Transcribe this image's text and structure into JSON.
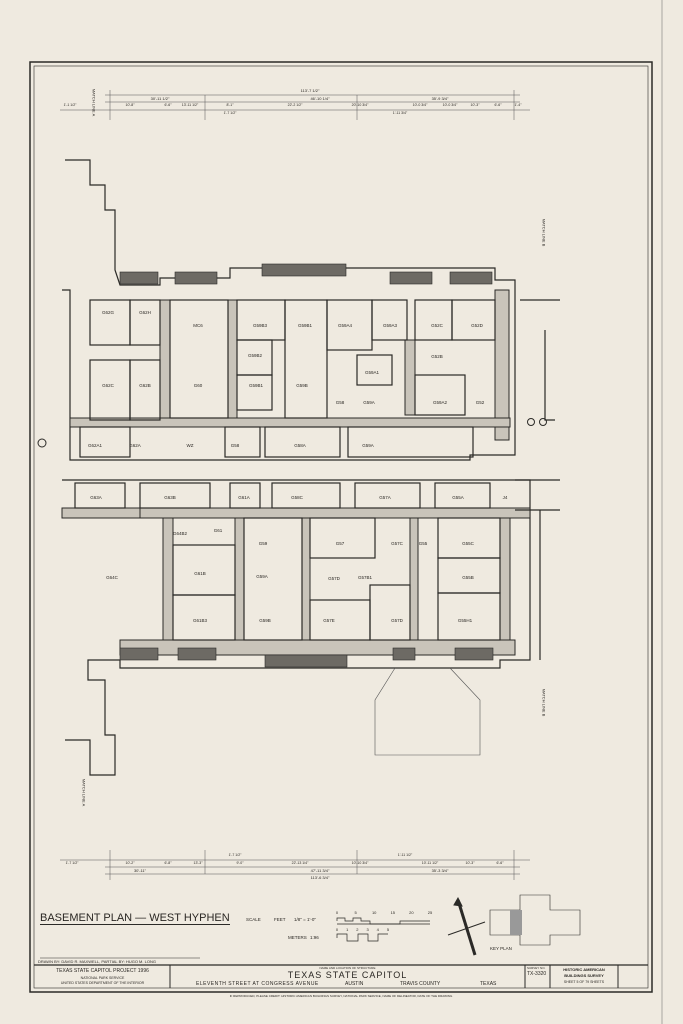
{
  "drawing_title": "BASEMENT PLAN — WEST HYPHEN",
  "scale": {
    "label": "SCALE",
    "feet_label": "FEET",
    "feet_ratio": "1/8\" = 1'-0\"",
    "feet_ticks": [
      "0",
      "5",
      "10",
      "15",
      "20",
      "25"
    ],
    "meters_label": "METERS",
    "meters_ratio": "1:96",
    "meter_ticks": [
      "0",
      "1",
      "2",
      "3",
      "4",
      "5"
    ]
  },
  "key_plan_label": "KEY PLAN",
  "match_lines": {
    "a_top": "MATCH LINE A",
    "b_right_top": "MATCH LINE B",
    "b_right_bottom": "MATCH LINE B",
    "a_bottom": "MATCH LINE A"
  },
  "dimensions": {
    "top_overall": "113'-7 1/2\"",
    "top_groups": [
      "30'-11 1/2\"",
      "46'-10 1/4\"",
      "35'-9 3/4\""
    ],
    "top_segments": [
      "1'-1 1/2\"",
      "10'-8\"",
      "6'-6\"",
      "13'-11 1/2\"",
      "8'-1\"",
      "22'-2 1/2\"",
      "20'-10 3/4\"",
      "10'-0 3/4\"",
      "10'-0 3/4\"",
      "10'-3\"",
      "6'-6\"",
      "1'-4\""
    ],
    "top_sub": [
      "1'-7 1/2\"",
      "1'-11 3/4\""
    ],
    "bottom_segments": [
      "1'-7 1/2\"",
      "10'-2\"",
      "6'-8\"",
      "13'-3\"",
      "9'-0\"",
      "22'-13 1/4\"",
      "10'-10 3/4\"",
      "10'-11 1/2\"",
      "10'-3\"",
      "6'-6\""
    ],
    "bottom_groups": [
      "30'-11\"",
      "47'-11 3/4\"",
      "35'-3 3/4\""
    ],
    "bottom_overall": "113'-6 3/4\"",
    "bottom_sub": [
      "1'-7 1/2\"",
      "1'-11 1/2\""
    ]
  },
  "rooms_upper": [
    {
      "id": "G62G"
    },
    {
      "id": "G62H"
    },
    {
      "id": "G62C"
    },
    {
      "id": "G62B"
    },
    {
      "id": "MC6"
    },
    {
      "id": "G60"
    },
    {
      "id": "G59B3"
    },
    {
      "id": "G59B2"
    },
    {
      "id": "G59B1"
    },
    {
      "id": "G59B"
    },
    {
      "id": "G59B1"
    },
    {
      "id": "G59A4"
    },
    {
      "id": "G59A3"
    },
    {
      "id": "G59A1"
    },
    {
      "id": "G58"
    },
    {
      "id": "G59A"
    },
    {
      "id": "G59A2"
    },
    {
      "id": "G52C"
    },
    {
      "id": "G52D"
    },
    {
      "id": "G52B"
    },
    {
      "id": "G52"
    },
    {
      "id": "G62A1"
    },
    {
      "id": "G62A"
    },
    {
      "id": "WZ"
    },
    {
      "id": "G58"
    },
    {
      "id": "G58A"
    },
    {
      "id": "G59A"
    }
  ],
  "rooms_lower": [
    {
      "id": "G63A"
    },
    {
      "id": "G63B"
    },
    {
      "id": "G61A"
    },
    {
      "id": "G58C"
    },
    {
      "id": "G57A"
    },
    {
      "id": "G55A"
    },
    {
      "id": "J4"
    },
    {
      "id": "G64B2"
    },
    {
      "id": "G61"
    },
    {
      "id": "G64C"
    },
    {
      "id": "G61B"
    },
    {
      "id": "G61B3"
    },
    {
      "id": "G59"
    },
    {
      "id": "G59A"
    },
    {
      "id": "G59B"
    },
    {
      "id": "G57"
    },
    {
      "id": "G57C"
    },
    {
      "id": "G57D"
    },
    {
      "id": "G57B1"
    },
    {
      "id": "G57E"
    },
    {
      "id": "G57D"
    },
    {
      "id": "G55"
    },
    {
      "id": "G55C"
    },
    {
      "id": "G55B"
    },
    {
      "id": "G55H1"
    }
  ],
  "credits": "DRAWN BY: DAVID R. MAXWELL, PARTIAL BY: HUGO M. LONG",
  "title_block": {
    "project": "TEXAS STATE CAPITOL PROJECT 1996",
    "agency_1": "NATIONAL PARK SERVICE",
    "agency_2": "UNITED STATES DEPARTMENT OF THE INTERIOR",
    "name_caption": "NAME AND LOCATION OF STRUCTURE",
    "structure_name": "TEXAS STATE CAPITOL",
    "street": "ELEVENTH STREET AT CONGRESS AVENUE",
    "city": "AUSTIN",
    "county": "TRAVIS COUNTY",
    "state": "TEXAS",
    "survey_caption": "SURVEY NO.",
    "survey_no": "TX-3320",
    "habs_1": "HISTORIC AMERICAN",
    "habs_2": "BUILDINGS SURVEY",
    "sheet": "SHEET 5 OF 79 SHEETS"
  },
  "footer_note": "IF REPRODUCED, PLEASE CREDIT: HISTORIC AMERICAN BUILDINGS SURVEY, NATIONAL PARK SERVICE, NAME OF DELINEATOR, DATE OF THE DRAWING"
}
